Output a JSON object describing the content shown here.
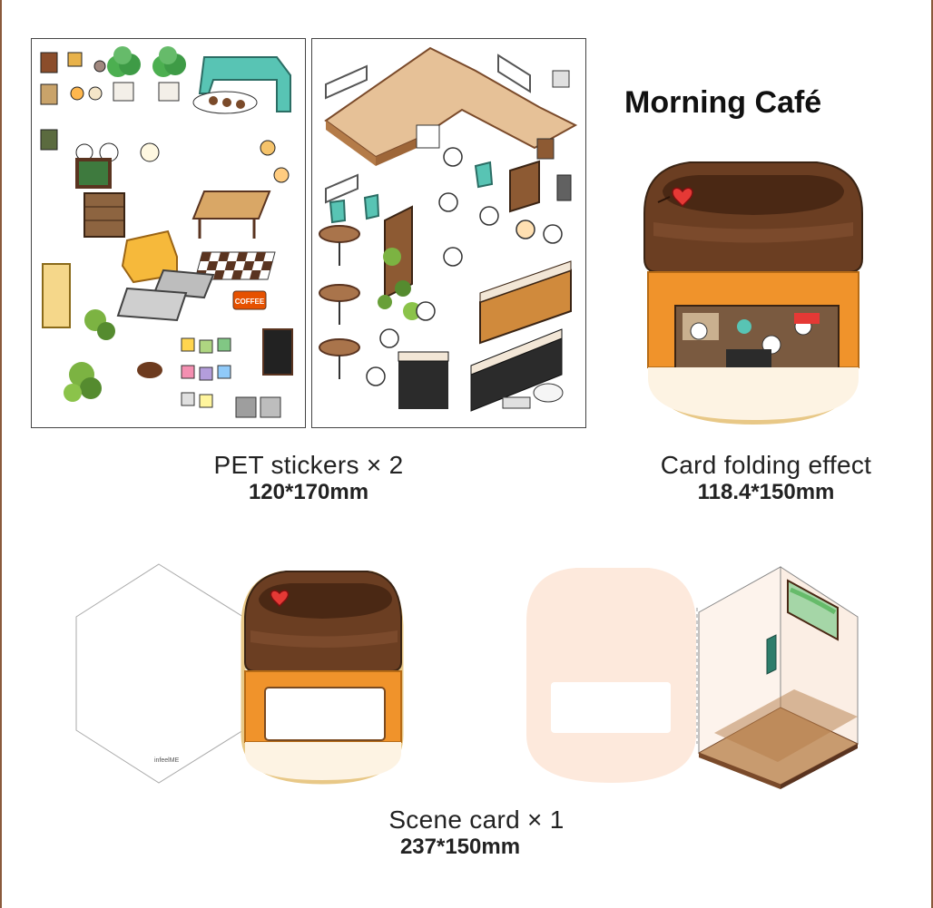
{
  "title": "Morning Café",
  "captions": {
    "stickers": {
      "label": "PET stickers × 2",
      "size": "120*170mm"
    },
    "folding": {
      "label": "Card folding effect",
      "size": "118.4*150mm"
    },
    "scene": {
      "label": "Scene card × 1",
      "size": "237*150mm"
    }
  },
  "labels": {
    "coffee_sign": "COFFEE",
    "brand_mark": "infeelME"
  },
  "colors": {
    "brown_dark": "#5a3420",
    "brown_mid": "#7b4a2c",
    "orange": "#f0932b",
    "cream": "#fdf3e3",
    "teal": "#58c4b4",
    "peach": "#fde9dc"
  }
}
